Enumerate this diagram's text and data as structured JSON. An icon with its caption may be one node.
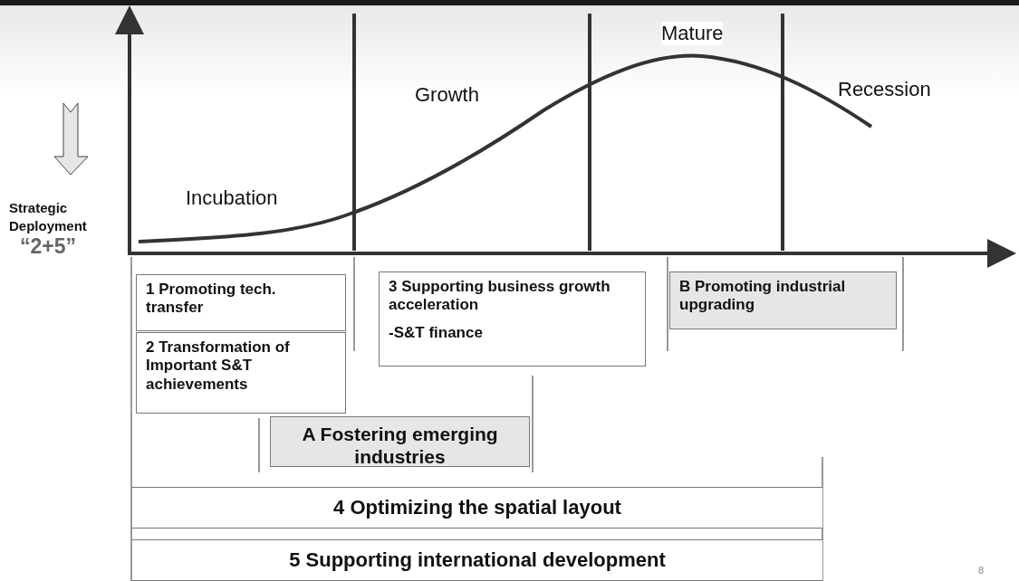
{
  "diagram": {
    "nodes": [
      {
        "text": [
          "1 Promoting tech. transfer"
        ]
      },
      {
        "text": [
          "2 Transformation of Important S&T achievements"
        ]
      },
      {
        "text": [
          "3 Supporting business growth acceleration",
          "-S&T finance"
        ]
      },
      {
        "text": [
          "B Promoting industrial upgrading"
        ]
      },
      {
        "text": [
          "A Fostering emerging industries"
        ]
      },
      {
        "text": [
          "4 Optimizing the spatial layout"
        ]
      },
      {
        "text": [
          "5 Supporting international development"
        ]
      }
    ],
    "labels": [
      "Mature",
      "Growth",
      "Recession",
      "Incubation",
      "Strategic Deployment",
      "“2+5”",
      "8"
    ]
  }
}
